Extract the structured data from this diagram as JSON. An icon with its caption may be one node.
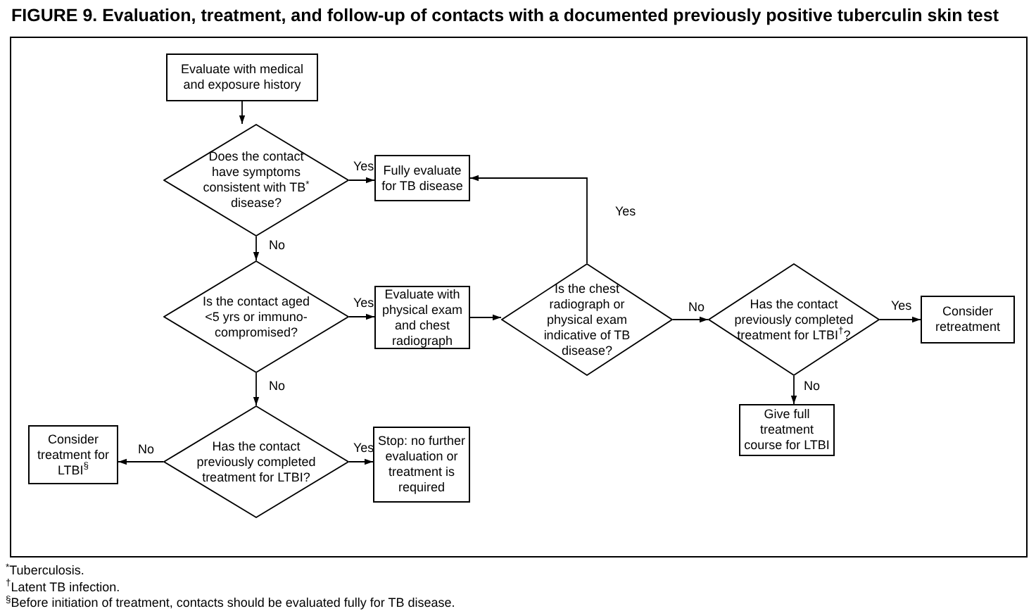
{
  "diagram": {
    "title": "FIGURE 9. Evaluation, treatment, and follow-up of contacts with a documented previously positive tuberculin skin test",
    "nodes": [
      {
        "text": [
          "Evaluate with medical and exposure history"
        ]
      },
      {
        "text": [
          "Does the contact have symptoms consistent with TB$^{*}$ disease?"
        ]
      },
      {
        "text": [
          "Fully evaluate for TB disease"
        ]
      },
      {
        "text": [
          "Is the contact aged <5 yrs or immuno-compromised?"
        ]
      },
      {
        "text": [
          "Evaluate with physical exam and chest radiograph"
        ]
      },
      {
        "text": [
          "Is the chest radiograph or physical exam indicative of TB disease?"
        ]
      },
      {
        "text": [
          "Has the contact previously completed treatment for LTBI$^{†}$?"
        ]
      },
      {
        "text": [
          "Consider retreatment"
        ]
      },
      {
        "text": [
          "Give full treatment course for LTBI"
        ]
      },
      {
        "text": [
          "Has the contact previously completed treatment for LTBI?"
        ]
      },
      {
        "text": [
          "Consider treatment for LTBI$^{§}$"
        ]
      },
      {
        "text": [
          "Stop: no further evaluation or treatment is required"
        ]
      }
    ],
    "edges": [
      {
        "from": 0,
        "to": 1,
        "arrow": "to"
      },
      {
        "from": 1,
        "to": 2,
        "arrow": "to",
        "label": "Yes"
      },
      {
        "from": 1,
        "to": 3,
        "arrow": "to",
        "label": "No"
      },
      {
        "from": 3,
        "to": 4,
        "arrow": "to",
        "label": "Yes"
      },
      {
        "from": 4,
        "to": 5,
        "arrow": "to"
      },
      {
        "from": 5,
        "to": 2,
        "arrow": "to",
        "label": "Yes"
      },
      {
        "from": 5,
        "to": 6,
        "arrow": "to",
        "label": "No"
      },
      {
        "from": 6,
        "to": 7,
        "arrow": "to",
        "label": "Yes"
      },
      {
        "from": 6,
        "to": 8,
        "arrow": "to",
        "label": "No"
      },
      {
        "from": 3,
        "to": 9,
        "arrow": "to",
        "label": "No"
      },
      {
        "from": 9,
        "to": 10,
        "arrow": "to",
        "label": "No"
      },
      {
        "from": 9,
        "to": 11,
        "arrow": "to",
        "label": "Yes"
      }
    ],
    "labels": [
      "$^{*}$Tuberculosis.",
      "$^{†}$Latent TB infection.",
      "$^{§}$Before initiation of treatment, contacts should be evaluated fully for TB disease."
    ]
  }
}
